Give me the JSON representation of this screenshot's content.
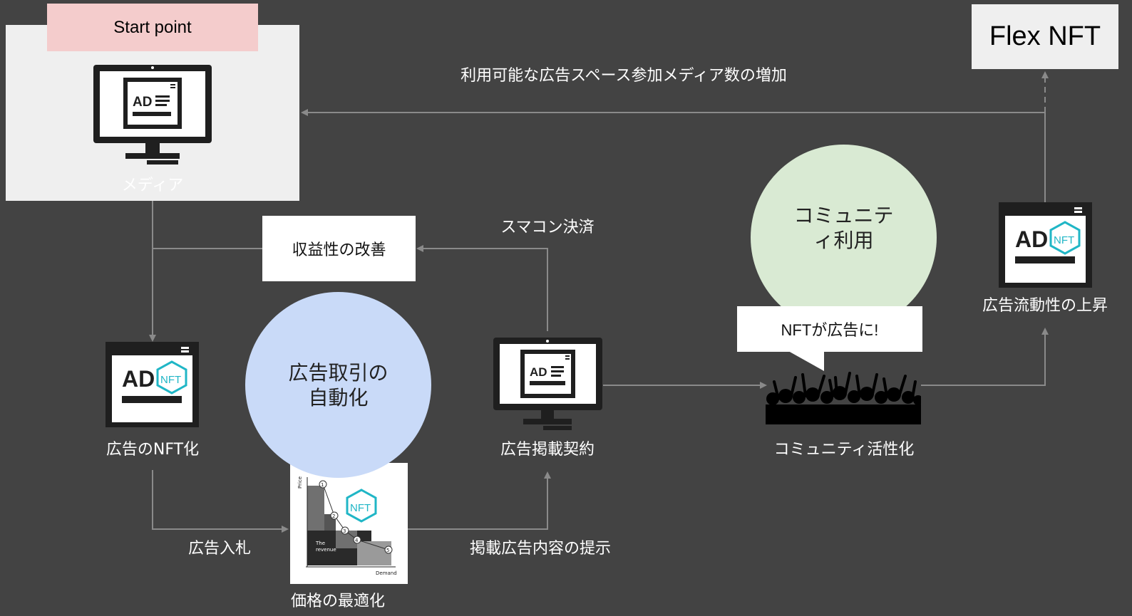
{
  "start_point": "Start point",
  "brand": "Flex NFT",
  "media_label": "メディア",
  "top_label": "利用可能な広告スペース参加メディア数の増加",
  "revenue_box": "収益性の改善",
  "smartcon_label": "スマコン決済",
  "auto_circle": [
    "広告取引の",
    "自動化"
  ],
  "community_circle": [
    "コミュニテ",
    "ィ利用"
  ],
  "speech": "NFTが広告に!",
  "liquidity_label": "広告流動性の上昇",
  "ad_nft_label": "広告のNFT化",
  "ad_contract_label": "広告掲載契約",
  "community_label": "コミュニティ活性化",
  "bid_label": "広告入札",
  "present_label": "掲載広告内容の提示",
  "price_label": "価格の最適化",
  "price_chart": {
    "ylabel": "Price",
    "xlabel": "Demand",
    "revenue": [
      "The",
      "revenue"
    ],
    "points": [
      "1",
      "2",
      "3",
      "4",
      "5"
    ]
  },
  "icons": {
    "ad_text": "AD",
    "nft_text": "NFT"
  },
  "colors": {
    "background": "#434343",
    "panel": "#efefef",
    "start": "#f4cccc",
    "blue_circle": "#c9daf8",
    "green_circle": "#d9ead3",
    "arrow": "#8a8a8a"
  }
}
